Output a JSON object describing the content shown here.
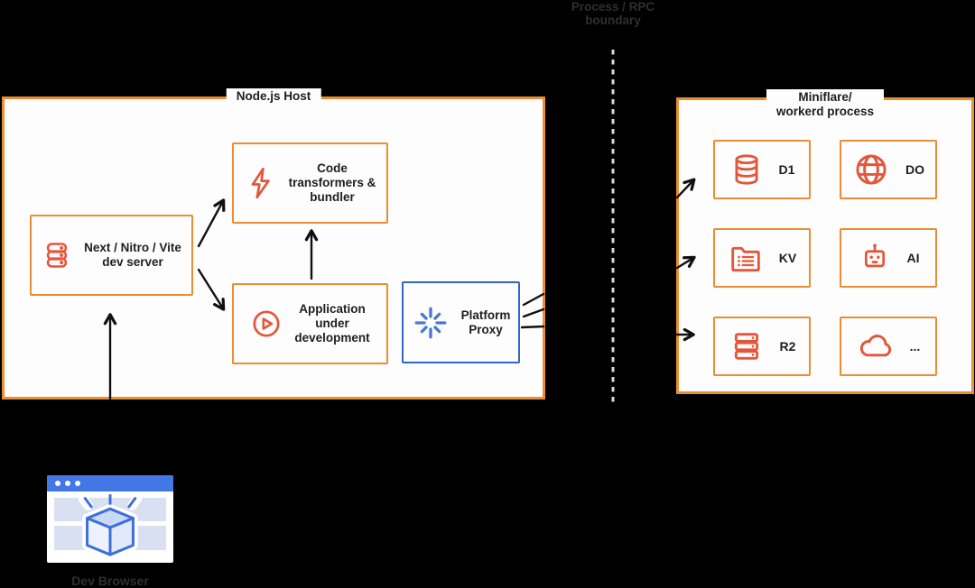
{
  "colors": {
    "background": "#000000",
    "surface": "#FDFDFD",
    "border_orange": "#EB8D33",
    "icon_red_orange": "#E4563B",
    "border_blue": "#3166C4",
    "icon_blue": "#4B77D1",
    "text_dark": "#1E1E1E",
    "text_dim": "#2F2F31",
    "arrow_black": "#101010",
    "dashed_line": "#D9D9D9",
    "browser_bar_blue": "#4377E6",
    "browser_block": "#D8E0F2",
    "cube_blue": "#3E6FD9"
  },
  "boundary_label": {
    "lines": [
      "Process / RPC",
      "boundary"
    ]
  },
  "node_host": {
    "label": "Node.js Host",
    "dev_server": {
      "lines": [
        "Next / Nitro / Vite",
        "dev server"
      ],
      "icon": "database-icon"
    },
    "transformers": {
      "lines": [
        "Code",
        "transformers &",
        "bundler"
      ],
      "icon": "lightning-icon"
    },
    "application": {
      "lines": [
        "Application",
        "under",
        "development"
      ],
      "icon": "play-circle-icon"
    },
    "platform_proxy": {
      "lines": [
        "Platform",
        "Proxy"
      ],
      "icon": "spinner-burst-icon"
    }
  },
  "workerd": {
    "label_lines": [
      "Miniflare/",
      "workerd process"
    ],
    "services": [
      {
        "label": "D1",
        "icon": "d1-database-icon"
      },
      {
        "label": "DO",
        "icon": "globe-icon"
      },
      {
        "label": "KV",
        "icon": "folder-icon"
      },
      {
        "label": "AI",
        "icon": "robot-icon"
      },
      {
        "label": "R2",
        "icon": "server-stack-icon"
      },
      {
        "label": "...",
        "icon": "cloud-icon"
      }
    ]
  },
  "dev_browser": {
    "label": "Dev Browser",
    "icon": "browser-window-icon"
  }
}
